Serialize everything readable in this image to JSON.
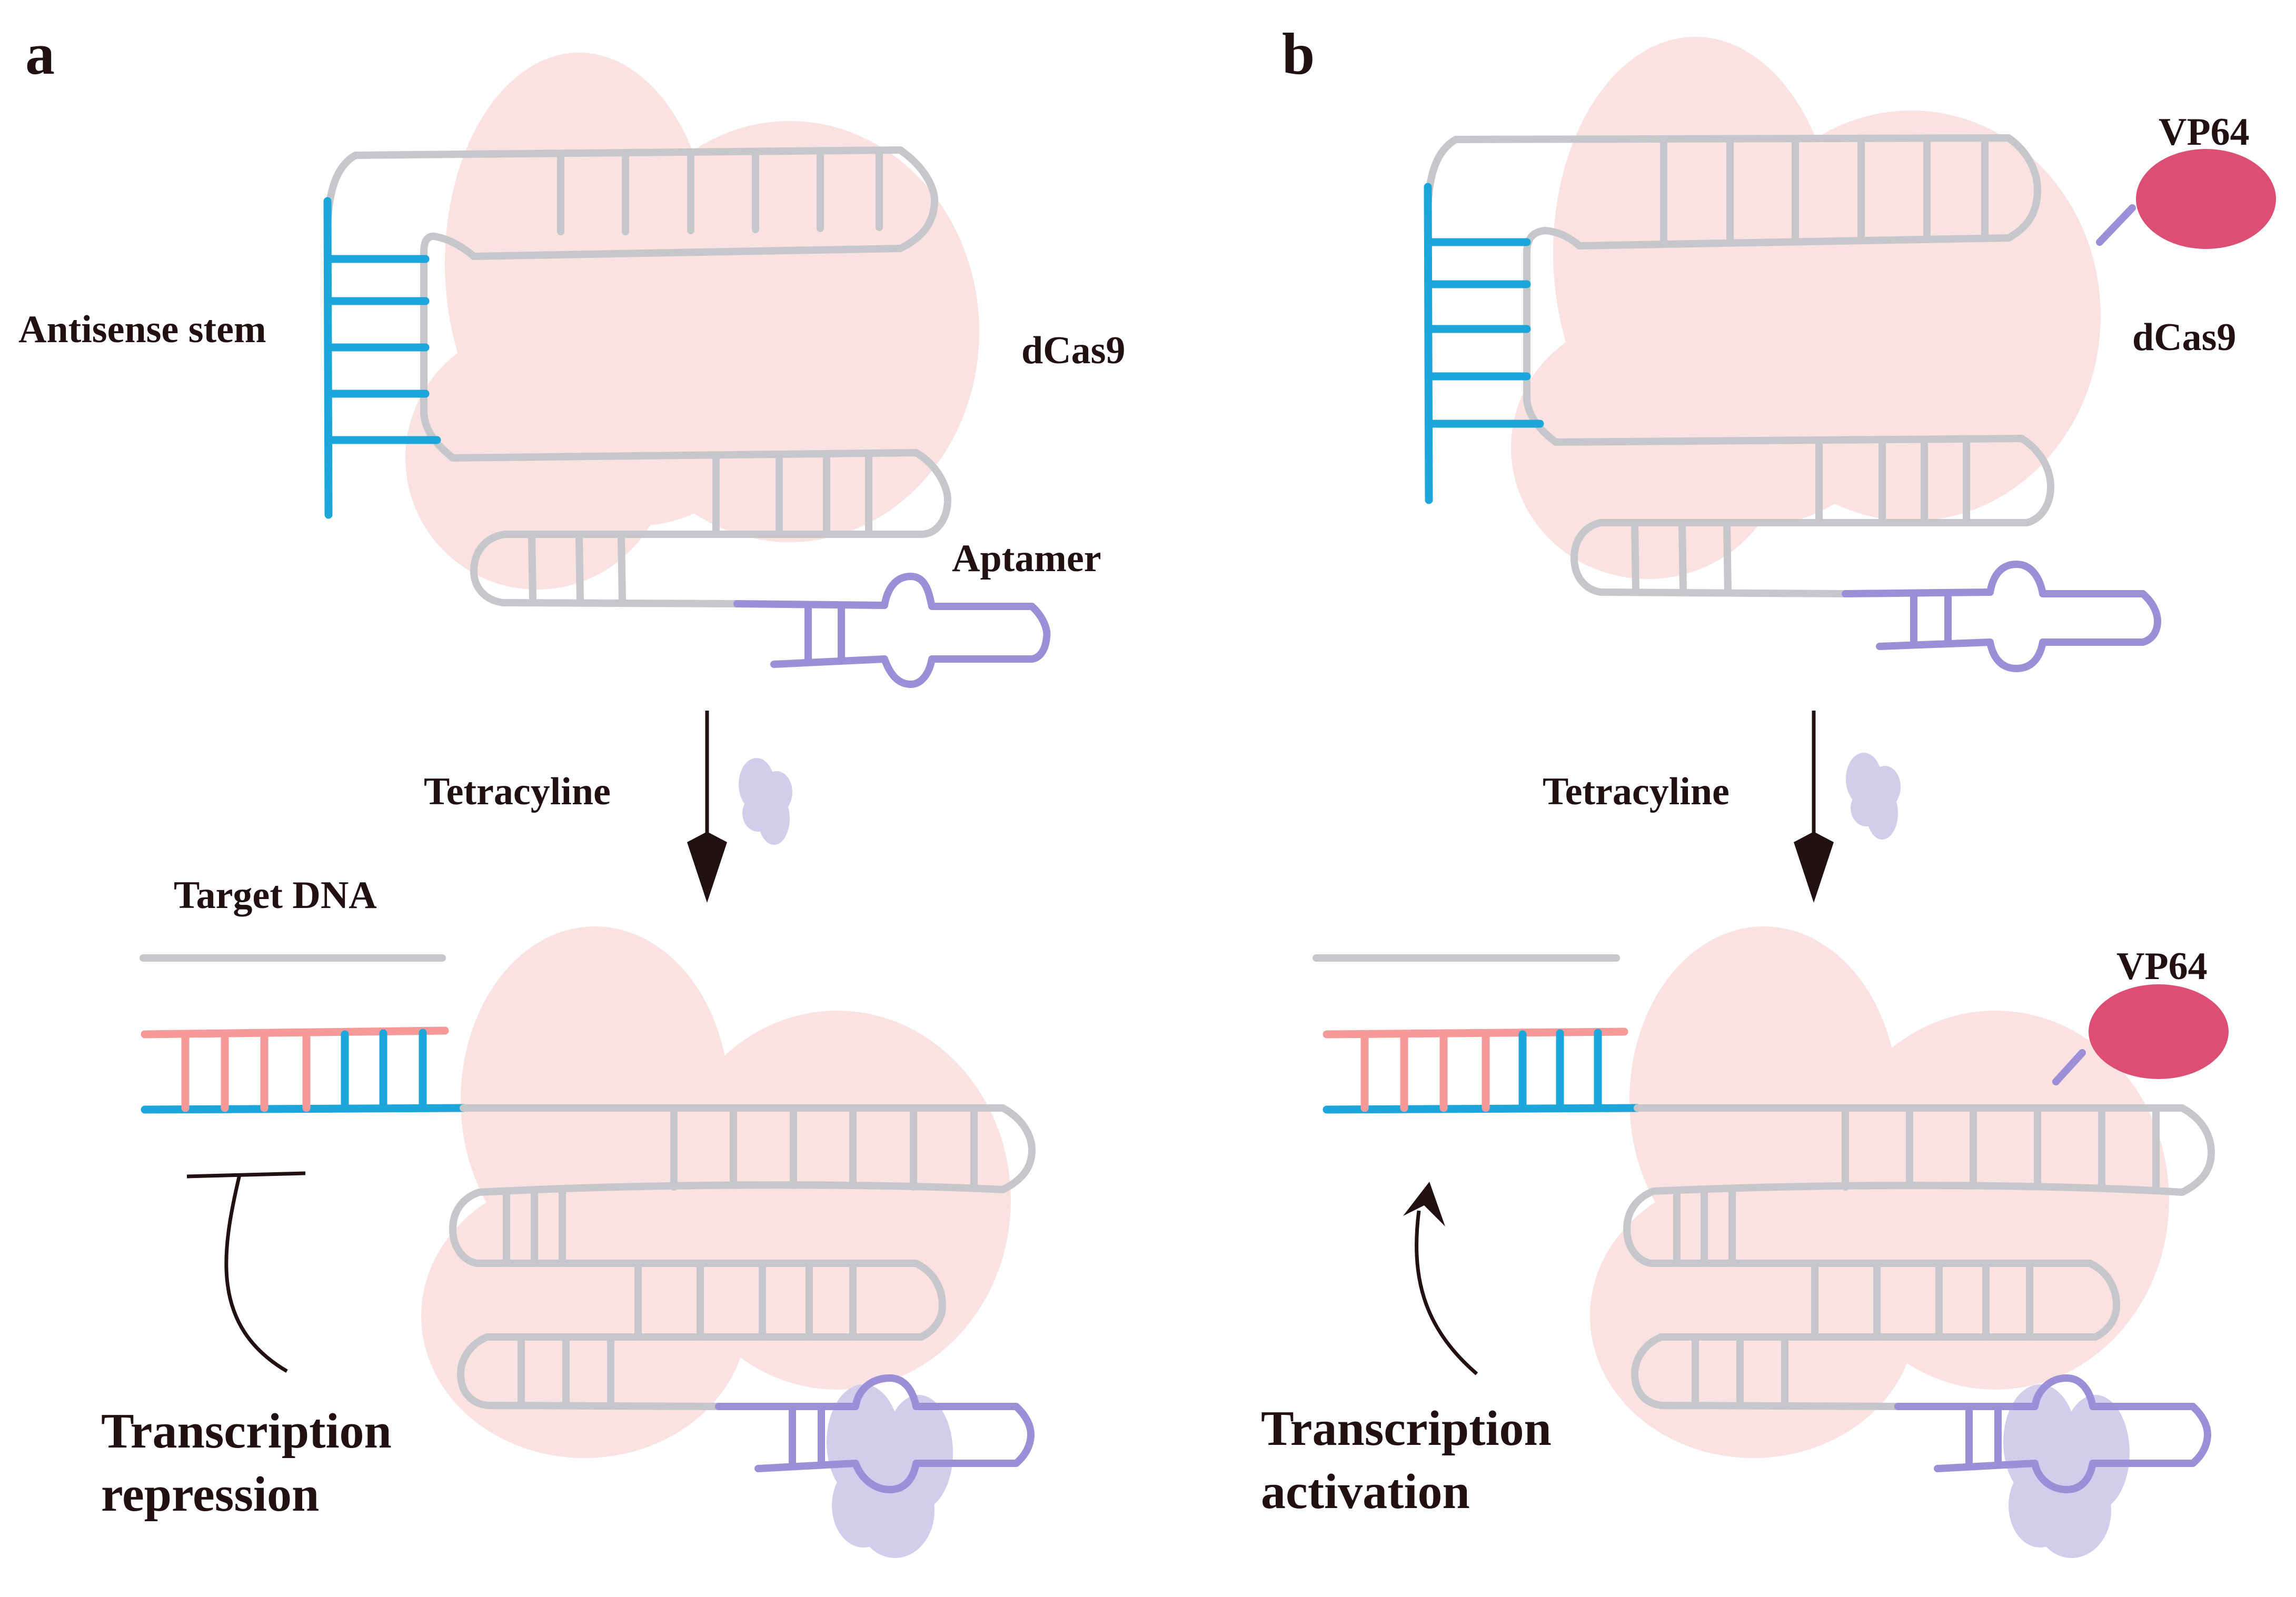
{
  "figure": {
    "panels": [
      {
        "id": "a",
        "letter": "a",
        "labels": {
          "antisense_stem": "Antisense stem",
          "protein": "dCas9",
          "aptamer": "Aptamer",
          "inducer": "Tetracyline",
          "target": "Target DNA",
          "outcome_line1": "Transcription",
          "outcome_line2": "repression"
        },
        "outcome_type": "repression"
      },
      {
        "id": "b",
        "letter": "b",
        "labels": {
          "effector_top": "VP64",
          "protein": "dCas9",
          "inducer": "Tetracyline",
          "effector_bottom": "VP64",
          "outcome_line1": "Transcription",
          "outcome_line2": "activation"
        },
        "outcome_type": "activation"
      }
    ],
    "colors": {
      "rna_backbone": "#C5C7CA",
      "antisense": "#1DA6D9",
      "target_strand": "#F59A98",
      "aptamer": "#9C8FD8",
      "dcas9": "#F9E2E1",
      "tetracycline": "#D2CDEB",
      "vp64": "#DD4E75",
      "text": "#231012"
    }
  }
}
